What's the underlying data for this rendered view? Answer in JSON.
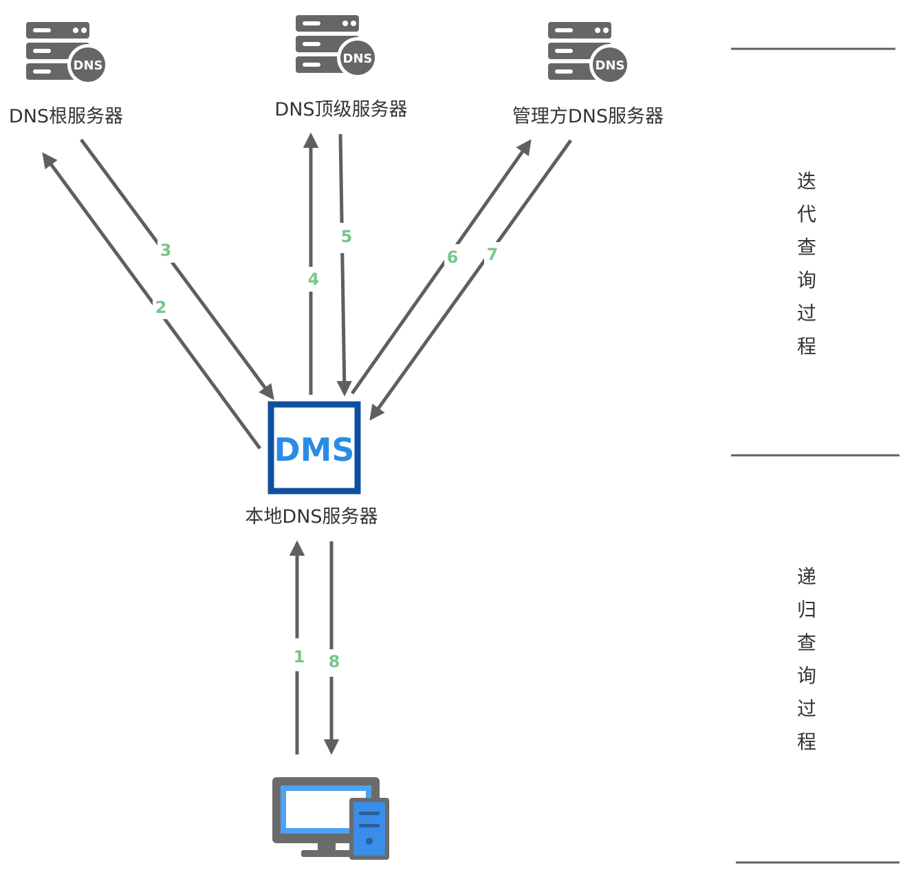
{
  "nodes": {
    "root": {
      "label": "DNS根服务器",
      "badge": "DNS"
    },
    "tld": {
      "label": "DNS顶级服务器",
      "badge": "DNS"
    },
    "auth": {
      "label": "管理方DNS服务器",
      "badge": "DNS"
    },
    "local": {
      "label": "本地DNS服务器",
      "badge": "DMS"
    }
  },
  "steps": [
    "1",
    "2",
    "3",
    "4",
    "5",
    "6",
    "7",
    "8"
  ],
  "sections": {
    "iterative": [
      "迭",
      "代",
      "查",
      "询",
      "过",
      "程"
    ],
    "recursive": [
      "递",
      "归",
      "查",
      "询",
      "过",
      "程"
    ]
  },
  "colors": {
    "arrow": "#5f5f5f",
    "step_number": "#7ac58a",
    "server_icon": "#666666",
    "dms_border": "#0f4fa0",
    "dms_text": "#2b8ce6",
    "monitor_frame": "#6b6b6b",
    "monitor_screen": "#4aa3f5",
    "tower_body": "#3a8de8"
  }
}
